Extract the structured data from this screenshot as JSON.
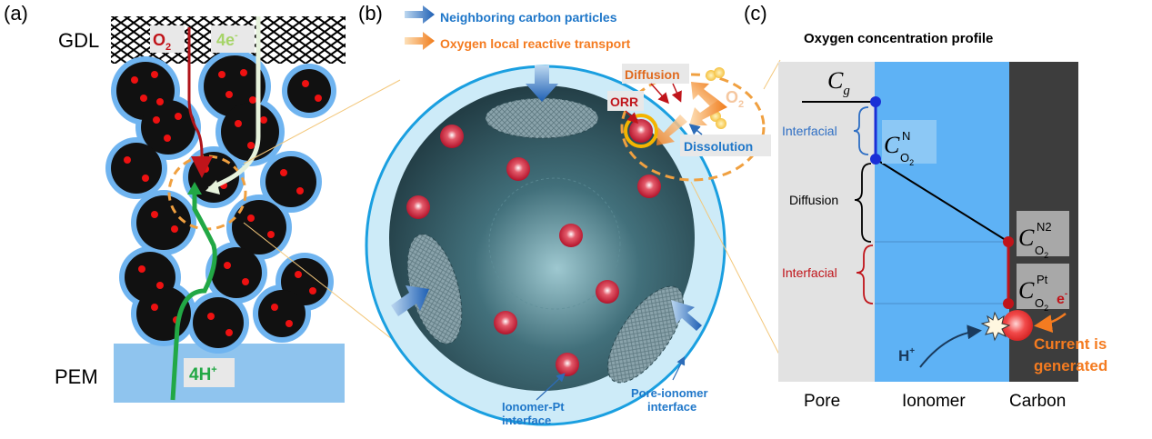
{
  "panel_a": {
    "label": "(a)",
    "gdl": "GDL",
    "pem": "PEM",
    "o2": "O",
    "o2_sub": "2",
    "electrons": "4e",
    "electrons_sup": "-",
    "protons": "4H",
    "protons_sup": "+"
  },
  "panel_b": {
    "label": "(b)",
    "legend_neighbor": "Neighboring carbon particles",
    "legend_oxygen": "Oxygen local reactive transport",
    "diffusion": "Diffusion",
    "orr": "ORR",
    "o2": "O",
    "o2_sub": "2",
    "dissolution": "Dissolution",
    "ionomer_pt_1": "Ionomer-Pt",
    "ionomer_pt_2": "interface",
    "pore_ionomer_1": "Pore-ionomer",
    "pore_ionomer_2": "interface"
  },
  "panel_c": {
    "label": "(c)",
    "title": "Oxygen concentration profile",
    "cg": "C",
    "cg_sub": "g",
    "cn": "C",
    "cn_sup": "N",
    "cn_sub": "O",
    "cn_sub2": "2",
    "cn2": "C",
    "cn2_sup": "N2",
    "cn2_sub": "O",
    "cn2_sub2": "2",
    "cpt": "C",
    "cpt_sup": "Pt",
    "cpt_sub": "O",
    "cpt_sub2": "2",
    "interfacial_top": "Interfacial",
    "diffusion": "Diffusion",
    "interfacial_bottom": "Interfacial",
    "electron": "e",
    "electron_sup": "-",
    "proton": "H",
    "proton_sup": "+",
    "current_1": "Current is",
    "current_2": "generated",
    "pore": "Pore",
    "ionomer": "Ionomer",
    "carbon": "Carbon"
  },
  "colors": {
    "ionomer": "#5eb2f5",
    "pore": "#e2e2e2",
    "carbon": "#3d3d3d",
    "blue_text": "#1f77c9",
    "orange": "#f47b20",
    "red": "#c0141a",
    "green": "#22a845",
    "pem": "#8fc4ee"
  }
}
